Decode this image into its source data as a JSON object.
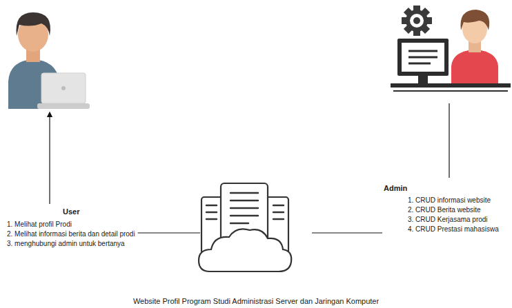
{
  "diagram": {
    "nodes": [
      {
        "text": [
          "User",
          "1. Melihat profil Prodi",
          "2. Melihat informasi berita dan detail prodi",
          "3. menghubungi admin untuk bertanya"
        ]
      },
      {
        "text": [
          "Website Profil Program Studi Administrasi Server dan Jaringan Komputer"
        ]
      },
      {
        "text": [
          "Admin",
          "1. CRUD informasi website",
          "2. CRUD Berita website",
          "3. CRUD Kerjasama prodi",
          "4. CRUD Prestasi mahasiswa"
        ]
      }
    ],
    "edges": [
      {
        "from": 1,
        "to": 0,
        "arrow": "none"
      },
      {
        "from": 1,
        "to": 2,
        "arrow": "none"
      }
    ]
  }
}
